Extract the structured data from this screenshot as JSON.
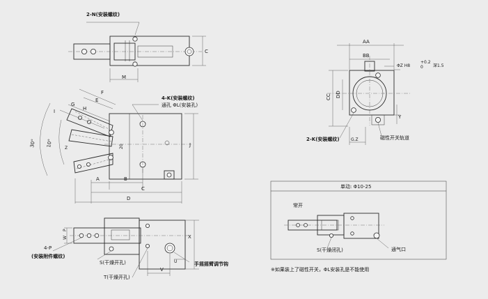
{
  "top_view": {
    "mounting_screw_label": "2-N(安装螺纹)",
    "dim_m": "M",
    "dim_c": "C"
  },
  "swing_view": {
    "angle_30": "30°",
    "angle_10": "10°",
    "dims": {
      "f": "F",
      "e": "E",
      "g": "G",
      "h": "H",
      "i": "I",
      "j": "J",
      "z": "Z",
      "s20": "20",
      "a": "A",
      "b": "B",
      "c": "C",
      "d": "D"
    },
    "mounting_screw_label": "4-K(安装螺纹)",
    "through_hole_label": "通孔 ΦL(安装孔)"
  },
  "bottom_view": {
    "dims": {
      "w": "W",
      "p": "P",
      "u": "U",
      "v": "V",
      "x": "X"
    },
    "mounting_pin_label": "4-P",
    "mounting_pin_note": "(安装附件螺纹)",
    "s_label": "S(干燥开孔)",
    "t_label": "T(干燥开孔)",
    "adjust_label": "手摇摇臂调节钩"
  },
  "end_view": {
    "dims": {
      "aa": "AA",
      "bb": "BB",
      "cc": "CC",
      "dd": "DD",
      "y": "Y",
      "gz": "G.Z"
    },
    "tolerance_label": "ΦZ H8",
    "tolerance_upper": "+0.2",
    "tolerance_lower": "0",
    "depth_label": "深1.5",
    "mounting_screw_label": "2-K(安装螺纹)",
    "sensor_label": "磁性开关轨道"
  },
  "single_acting": {
    "title": "单动: Φ10-25",
    "normally_open": "常开",
    "s_label": "S(干燥闭孔)",
    "vent_label": "通气口"
  },
  "footnote": "※如果装上了磁性开关，ΦL安装孔是不能使用"
}
